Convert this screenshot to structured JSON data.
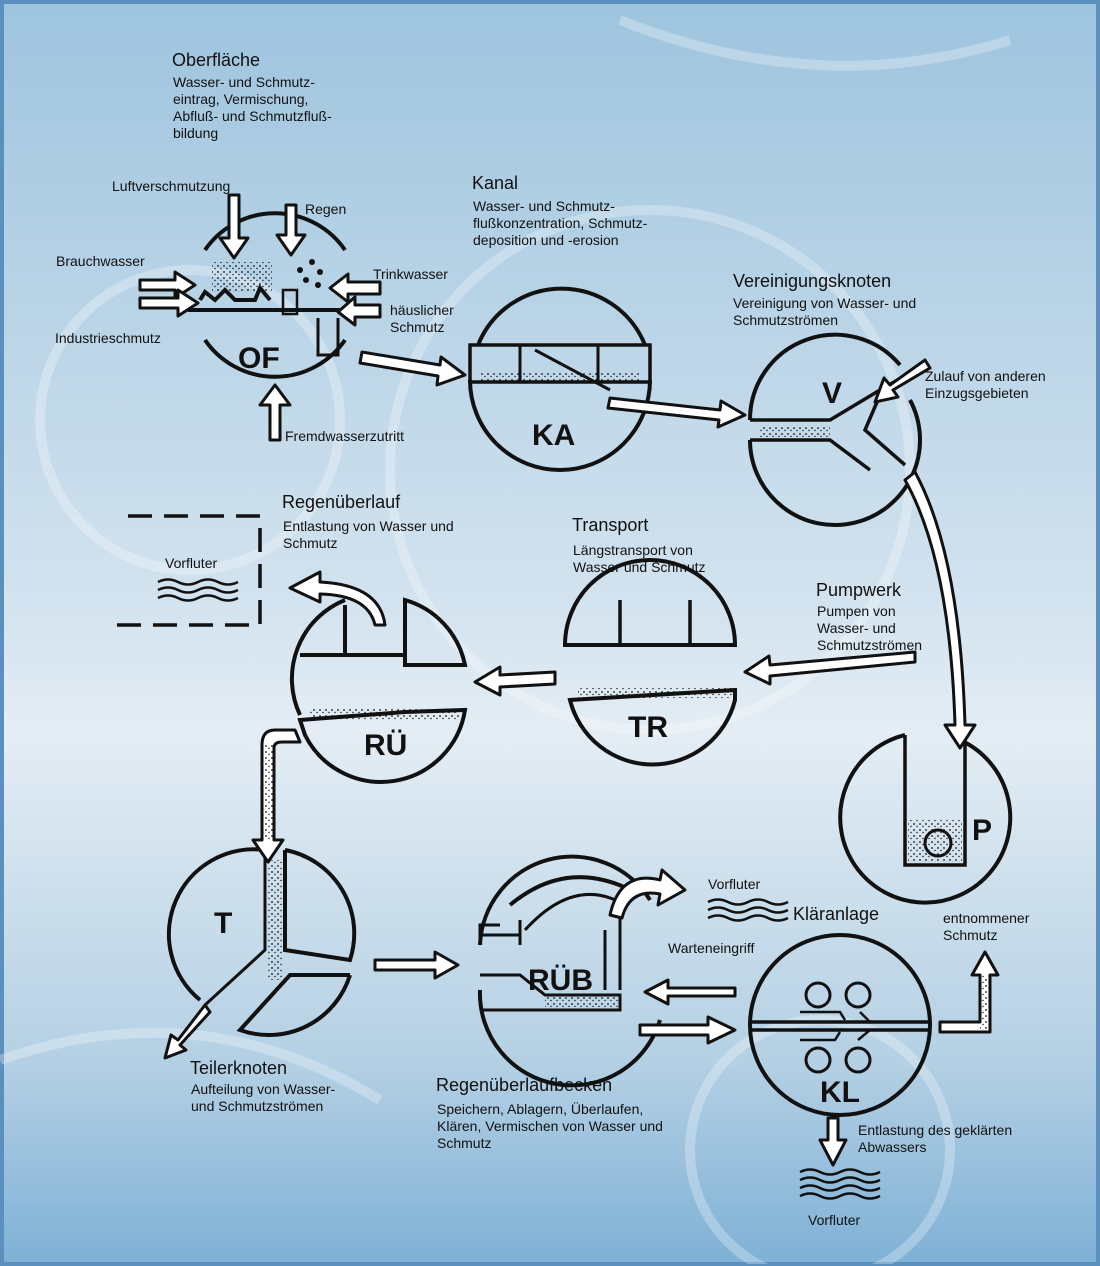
{
  "colors": {
    "ink": "#111111",
    "frame": "#5b8fbe",
    "bg_top": "#9ec4de",
    "bg_mid": "#dfe9f2",
    "bg_bottom": "#7fb1d6"
  },
  "nodes": {
    "oberflaeche": {
      "code": "OF",
      "title": "Oberfläche",
      "desc": "Wasser- und Schmutz-\neintrag, Vermischung,\nAbfluß- und Schmutzfluß-\nbildung",
      "inputs": {
        "luft": "Luftverschmutzung",
        "regen": "Regen",
        "brauch": "Brauchwasser",
        "trink": "Trinkwasser",
        "haeus": "häuslicher\nSchmutz",
        "industrie": "Industrieschmutz",
        "fremd": "Fremdwasserzutritt"
      }
    },
    "kanal": {
      "code": "KA",
      "title": "Kanal",
      "desc": "Wasser- und Schmutz-\nflußkonzentration, Schmutz-\ndeposition und -erosion"
    },
    "vereinigung": {
      "code": "V",
      "title": "Vereinigungsknoten",
      "desc": "Vereinigung von Wasser- und\nSchmutzströmen",
      "zulauf": "Zulauf von anderen\nEinzugsgebieten"
    },
    "pumpwerk": {
      "code": "P",
      "title": "Pumpwerk",
      "desc": "Pumpen von\nWasser- und\nSchmutzströmen"
    },
    "transport": {
      "code": "TR",
      "title": "Transport",
      "desc": "Längstransport von\nWasser und Schmutz"
    },
    "regenueberlauf": {
      "code": "RÜ",
      "title": "Regenüberlauf",
      "desc": "Entlastung von Wasser und\nSchmutz",
      "vorfluter": "Vorfluter"
    },
    "teiler": {
      "code": "T",
      "title": "Teilerknoten",
      "desc": "Aufteilung von Wasser-\nund Schmutzströmen"
    },
    "rueb": {
      "code": "RÜB",
      "title": "Regenüberlaufbecken",
      "desc": "Speichern, Ablagern, Überlaufen,\nKlären, Vermischen von Wasser und\nSchmutz",
      "vorfluter": "Vorfluter",
      "warten": "Warteneingriff"
    },
    "klaeranlage": {
      "code": "KL",
      "title": "Kläranlage",
      "entnommen": "entnommener\nSchmutz",
      "entlastung": "Entlastung des geklärten\nAbwassers",
      "vorfluter": "Vorfluter"
    }
  }
}
